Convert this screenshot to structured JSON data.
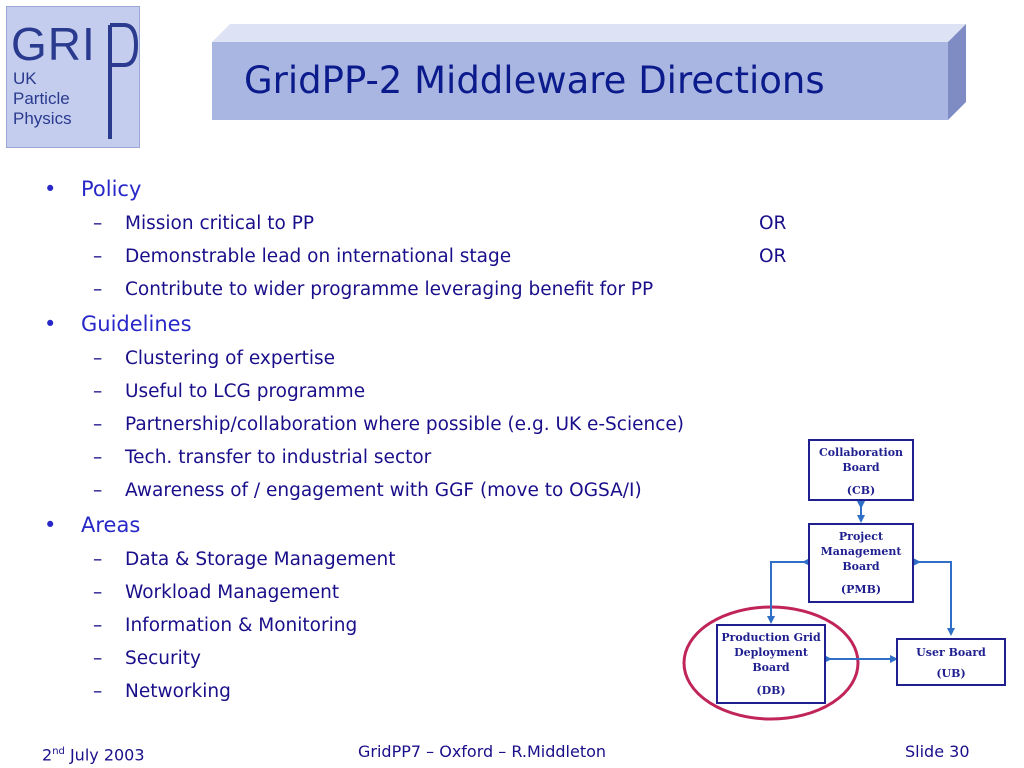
{
  "logo": {
    "grip": "GRI",
    "p": "P",
    "uk": "UK",
    "particle": "Particle",
    "physics": "Physics"
  },
  "title": "GridPP-2 Middleware Directions",
  "sections": [
    {
      "label": "Policy",
      "items": [
        {
          "text": "Mission critical to PP",
          "suffix": "OR"
        },
        {
          "text": "Demonstrable lead on international stage",
          "suffix": "OR"
        },
        {
          "text": "Contribute to wider programme leveraging benefit for PP"
        }
      ]
    },
    {
      "label": "Guidelines",
      "items": [
        {
          "text": "Clustering of expertise"
        },
        {
          "text": "Useful to LCG programme"
        },
        {
          "text": "Partnership/collaboration where possible (e.g. UK e-Science)"
        },
        {
          "text": "Tech. transfer to industrial sector"
        },
        {
          "text": "Awareness of / engagement with GGF (move to OGSA/I)"
        }
      ]
    },
    {
      "label": "Areas",
      "items": [
        {
          "text": "Data & Storage Management"
        },
        {
          "text": "Workload Management"
        },
        {
          "text": "Information & Monitoring"
        },
        {
          "text": "Security"
        },
        {
          "text": "Networking"
        }
      ]
    }
  ],
  "bullet_glyph": "•",
  "dash_glyph": "–",
  "org_chart": {
    "cb": {
      "lines": [
        "Collaboration",
        "Board"
      ],
      "abbr": "(CB)"
    },
    "pmb": {
      "lines": [
        "Project",
        "Management",
        "Board"
      ],
      "abbr": "(PMB)"
    },
    "db": {
      "lines": [
        "Production Grid",
        "Deployment",
        "Board"
      ],
      "abbr": "(DB)"
    },
    "ub": {
      "lines": [
        "User Board"
      ],
      "abbr": "(UB)"
    }
  },
  "colors": {
    "title_text": "#0b1b8c",
    "bullet_text": "#2828c8",
    "sub_text": "#1a0f8a",
    "banner_fill": "#aab6e2",
    "highlight_ellipse": "#c0245a",
    "connector": "#2f6fc7"
  },
  "footer": {
    "date_day": "2",
    "date_suffix": "nd",
    "date_rest": " July 2003",
    "center": "GridPP7 – Oxford – R.Middleton",
    "slide": "Slide 30"
  }
}
